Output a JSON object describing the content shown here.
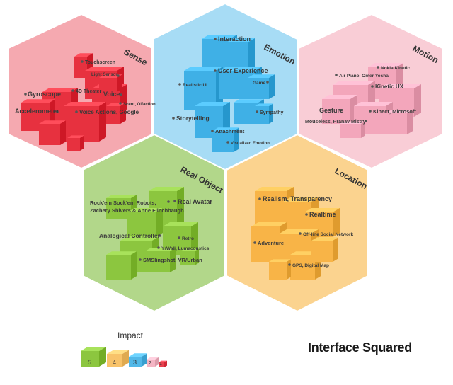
{
  "title": "Interface Squared",
  "legend": {
    "title": "Impact",
    "items": [
      {
        "label": "5",
        "color": "#8cc63f"
      },
      {
        "label": "4",
        "color": "#f8c36a"
      },
      {
        "label": "3",
        "color": "#52b8e8"
      },
      {
        "label": "2",
        "color": "#f4b5c4"
      },
      {
        "label": "1",
        "color": "#e8414f"
      }
    ]
  },
  "sections": [
    {
      "id": "sense",
      "title": "Sense",
      "color": "#f5a9b0",
      "block_color": "#e7313f",
      "items": [
        "Touchscreen",
        "Light Sensor",
        "4D Theater",
        "Voice",
        "Gyroscope",
        "Scent, Olfaction",
        "Accelerometer",
        "Voice Actions, Google"
      ]
    },
    {
      "id": "emotion",
      "title": "Emotion",
      "color": "#a7dcf5",
      "block_color": "#3fb0e6",
      "items": [
        "Interaction",
        "User Experience",
        "Game",
        "Realistic UI",
        "Sympathy",
        "Storytelling",
        "Attachment",
        "Visualized Emotion"
      ]
    },
    {
      "id": "motion",
      "title": "Motion",
      "color": "#f9cdd6",
      "block_color": "#f3a6bb",
      "items": [
        "Nokia Kinetic",
        "Air Piano, Omer Yosha",
        "Kinetic UX",
        "Gesture",
        "Kinect, Microsoft",
        "Mouseless, Pranav Mistry"
      ]
    },
    {
      "id": "real_object",
      "title": "Real Object",
      "color": "#b2d78a",
      "block_color": "#8cc63f",
      "items": [
        "Rock'em Sock'em Robots,",
        "Zachery Shivers & Anne Flinchbaugh",
        "Real Avatar",
        "Analogical Controller",
        "Retro",
        "YrWall, Lumacoustics",
        "SMSlingshot, VR/Urban"
      ]
    },
    {
      "id": "location",
      "title": "Location",
      "color": "#fbd38f",
      "block_color": "#f8b447",
      "items": [
        "Realism, Transparency",
        "Realtime",
        "Off-line Social Network",
        "Adventure",
        "GPS, Digital Map"
      ]
    }
  ]
}
